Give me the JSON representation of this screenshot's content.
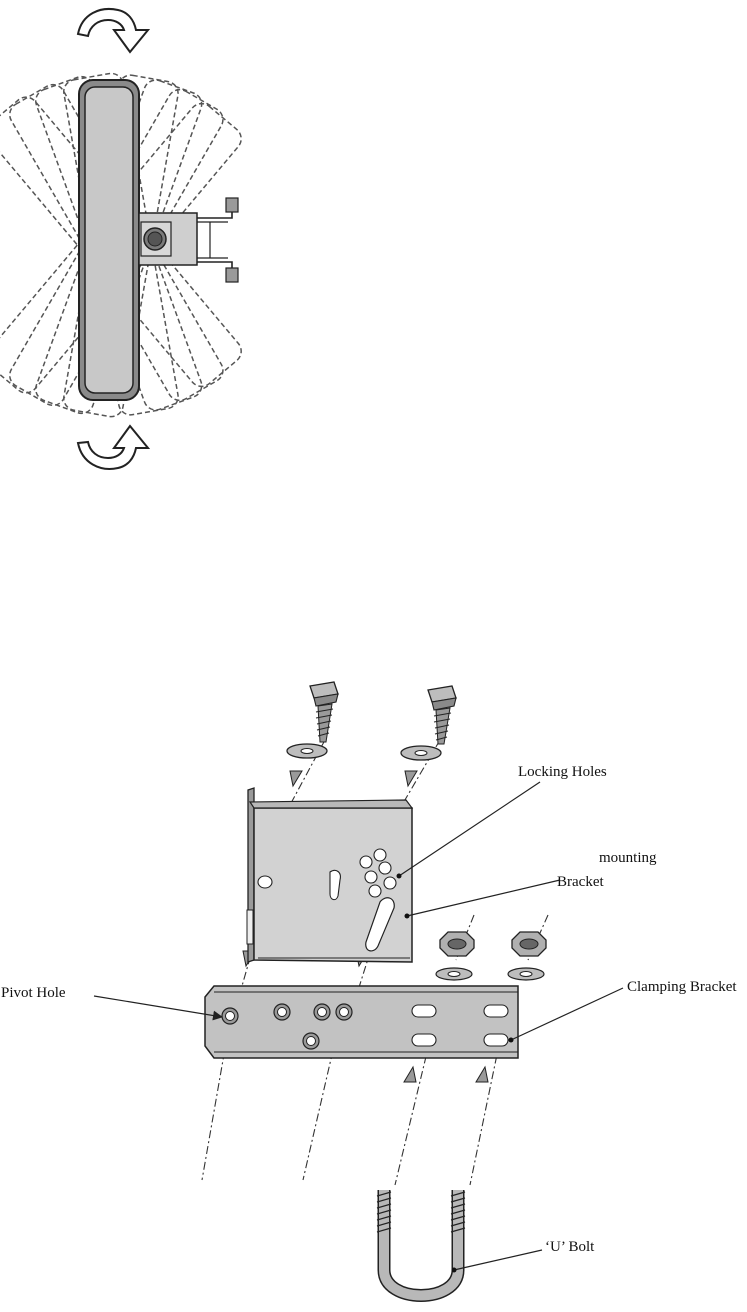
{
  "labels": {
    "locking_holes": "Locking Holes",
    "mounting": "mounting",
    "bracket": "Bracket",
    "pivot_hole": "Pivot Hole",
    "clamping_bracket": "Clamping Bracket",
    "u_bolt": "‘U’ Bolt"
  },
  "colors": {
    "line": "#222222",
    "panel_fill": "#c8c8c8",
    "metal_fill": "#c2c2c2",
    "hole_fill": "#ffffff"
  },
  "icons": [
    "rotate-arrow-top-icon",
    "rotate-arrow-bottom-icon"
  ]
}
